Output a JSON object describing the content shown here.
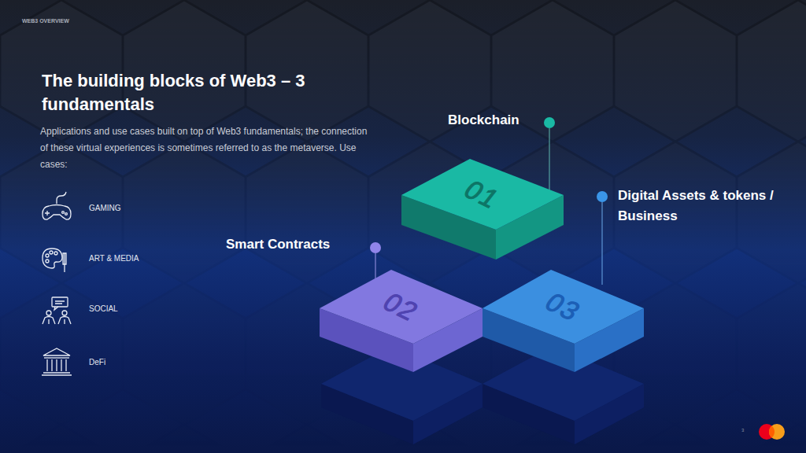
{
  "diagram": {
    "title": "The building blocks of Web3 – 3 fundamentals",
    "nodes": [
      {
        "text": [
          "01",
          "Blockchain"
        ]
      },
      {
        "text": [
          "02",
          "Smart Contracts"
        ]
      },
      {
        "text": [
          "03",
          "Digital Assets & tokens / Business"
        ]
      }
    ],
    "labels": [
      "WEB3 OVERVIEW",
      "Applications and use cases built on top of Web3 fundamentals; the connection of these virtual experiences is sometimes referred to as the metaverse. Use cases:",
      "GAMING",
      "ART & MEDIA",
      "SOCIAL",
      "DeFi",
      "3"
    ]
  }
}
